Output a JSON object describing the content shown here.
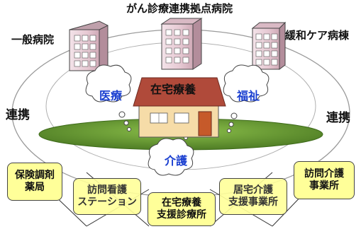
{
  "title": "がん診療連携拠点病院",
  "hospitals": {
    "general": "一般病院",
    "palliative": "緩和ケア病棟"
  },
  "renkei_left": "連携",
  "renkei_right": "連携",
  "house": {
    "label": "在宅療養"
  },
  "clouds": {
    "iryo": "医療",
    "fukushi": "福祉",
    "kaigo": "介護"
  },
  "boxes": {
    "pharmacy": {
      "line1": "保険調剤",
      "line2": "薬局"
    },
    "nursing": {
      "line1": "訪問看護",
      "line2": "ステーション"
    },
    "clinic": {
      "line1": "在宅療養",
      "line2": "支援診療所"
    },
    "care_support": {
      "line1": "居宅介護",
      "line2": "支援事業所"
    },
    "home_care": {
      "line1": "訪問介護",
      "line2": "事業所"
    }
  },
  "colors": {
    "building": "#e6c8d2",
    "roof": "#b04a3a",
    "wall": "#f6dca8",
    "lawn": "#5e8c2e",
    "box_fill": "#ffff99",
    "accent_text": "#1a3fd0"
  }
}
